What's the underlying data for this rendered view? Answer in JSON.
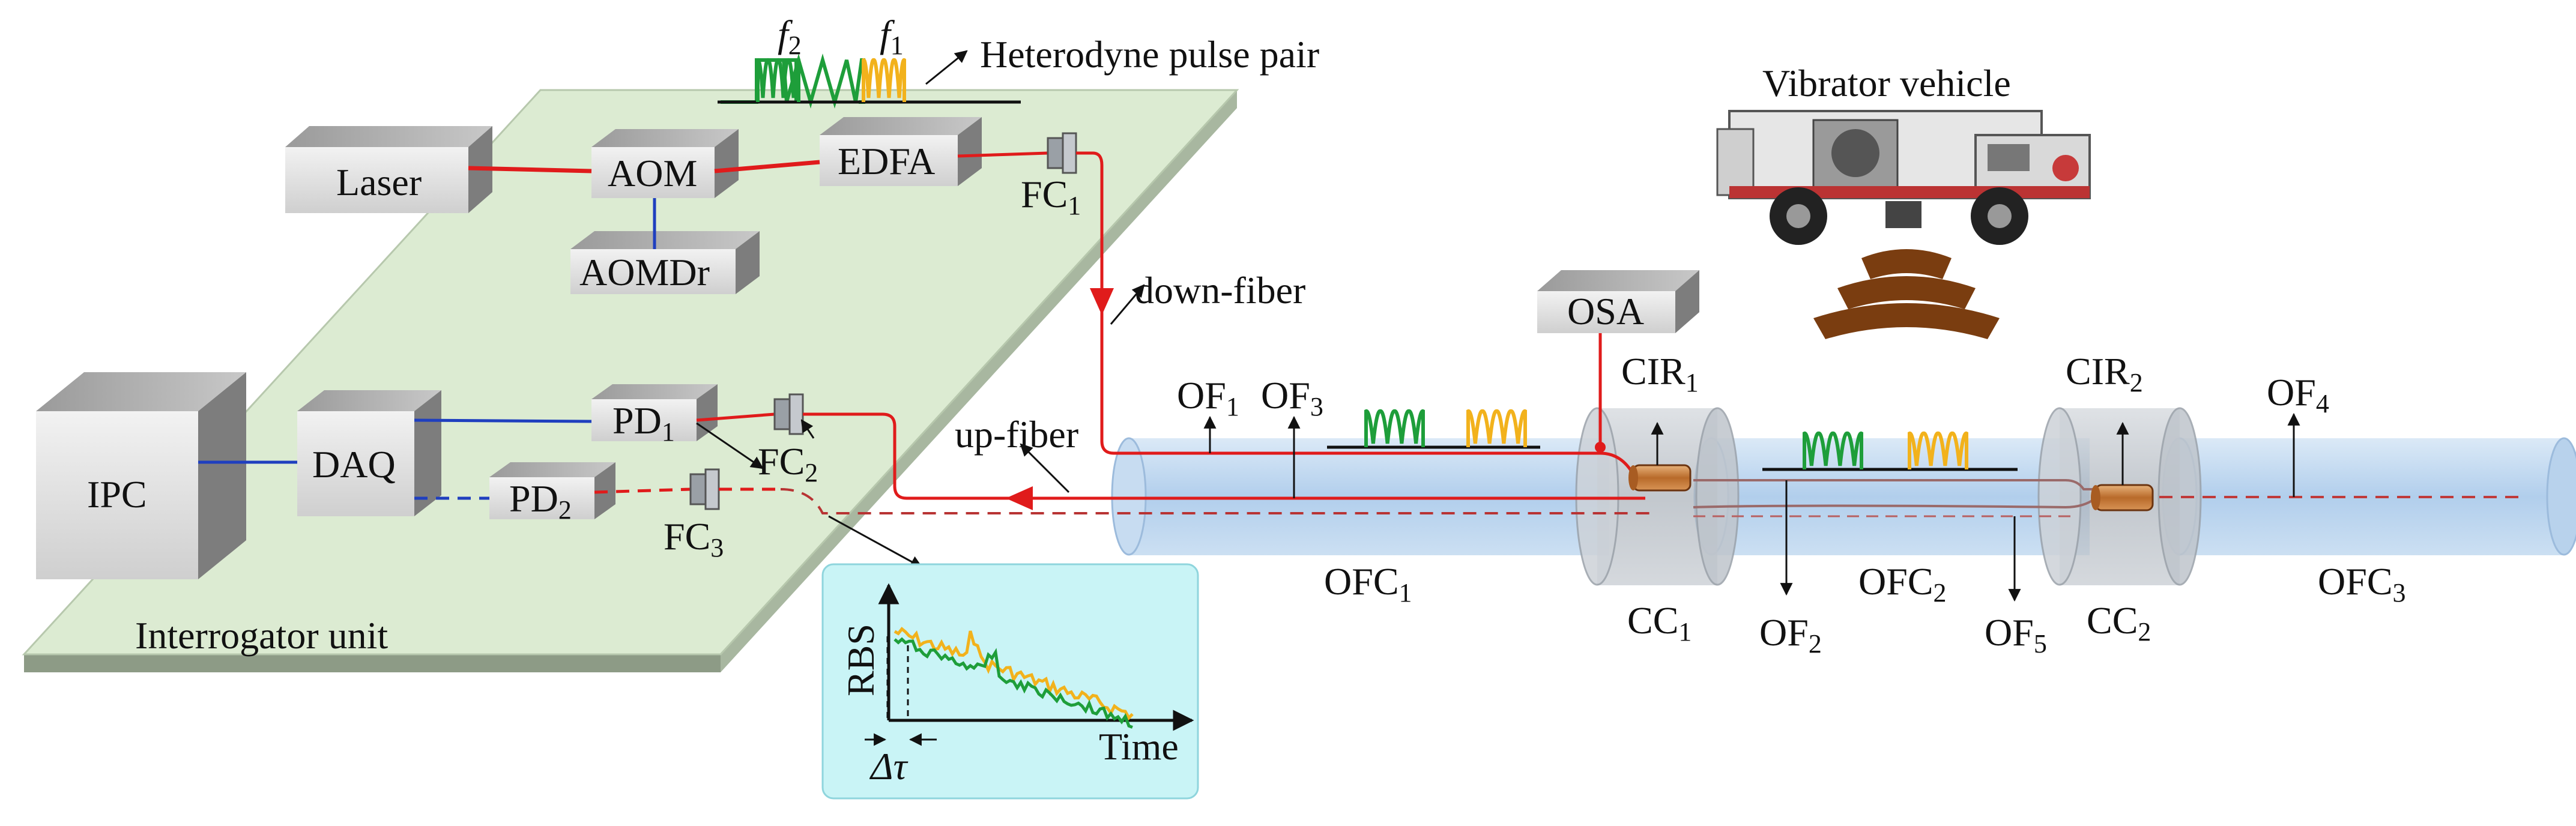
{
  "boxes": {
    "laser": "Laser",
    "aom": "AOM",
    "edfa": "EDFA",
    "aomdr": "AOMDr",
    "ipc": "IPC",
    "daq": "DAQ",
    "pd1": "PD",
    "pd1_sub": "1",
    "pd2": "PD",
    "pd2_sub": "2",
    "osa": "OSA"
  },
  "labels": {
    "heterodyne": "Heterodyne pulse pair",
    "f2": "f",
    "f2_sub": "2",
    "f1": "f",
    "f1_sub": "1",
    "fc1": "FC",
    "fc1_sub": "1",
    "fc2": "FC",
    "fc2_sub": "2",
    "fc3": "FC",
    "fc3_sub": "3",
    "down_fiber": "down-fiber",
    "up_fiber": "up-fiber",
    "interrogator": "Interrogator unit",
    "vibrator": "Vibrator vehicle",
    "of1": "OF",
    "of1_sub": "1",
    "of2": "OF",
    "of2_sub": "2",
    "of3": "OF",
    "of3_sub": "3",
    "of4": "OF",
    "of4_sub": "4",
    "of5": "OF",
    "of5_sub": "5",
    "ofc1": "OFC",
    "ofc1_sub": "1",
    "ofc2": "OFC",
    "ofc2_sub": "2",
    "ofc3": "OFC",
    "ofc3_sub": "3",
    "cir1": "CIR",
    "cir1_sub": "1",
    "cir2": "CIR",
    "cir2_sub": "2",
    "cc1": "CC",
    "cc1_sub": "1",
    "cc2": "CC",
    "cc2_sub": "2"
  },
  "inset": {
    "ylabel": "RBS",
    "xlabel": "Time",
    "delta": "Δτ"
  },
  "colors": {
    "red": "#e01b1b",
    "blue": "#1f3fbf",
    "green": "#1e9e3a",
    "yellow": "#f2b21c",
    "brown": "#7a3d10",
    "platform": "#dcebd2",
    "cable": "#bcd6ee",
    "inset": "#c9f4f6"
  }
}
